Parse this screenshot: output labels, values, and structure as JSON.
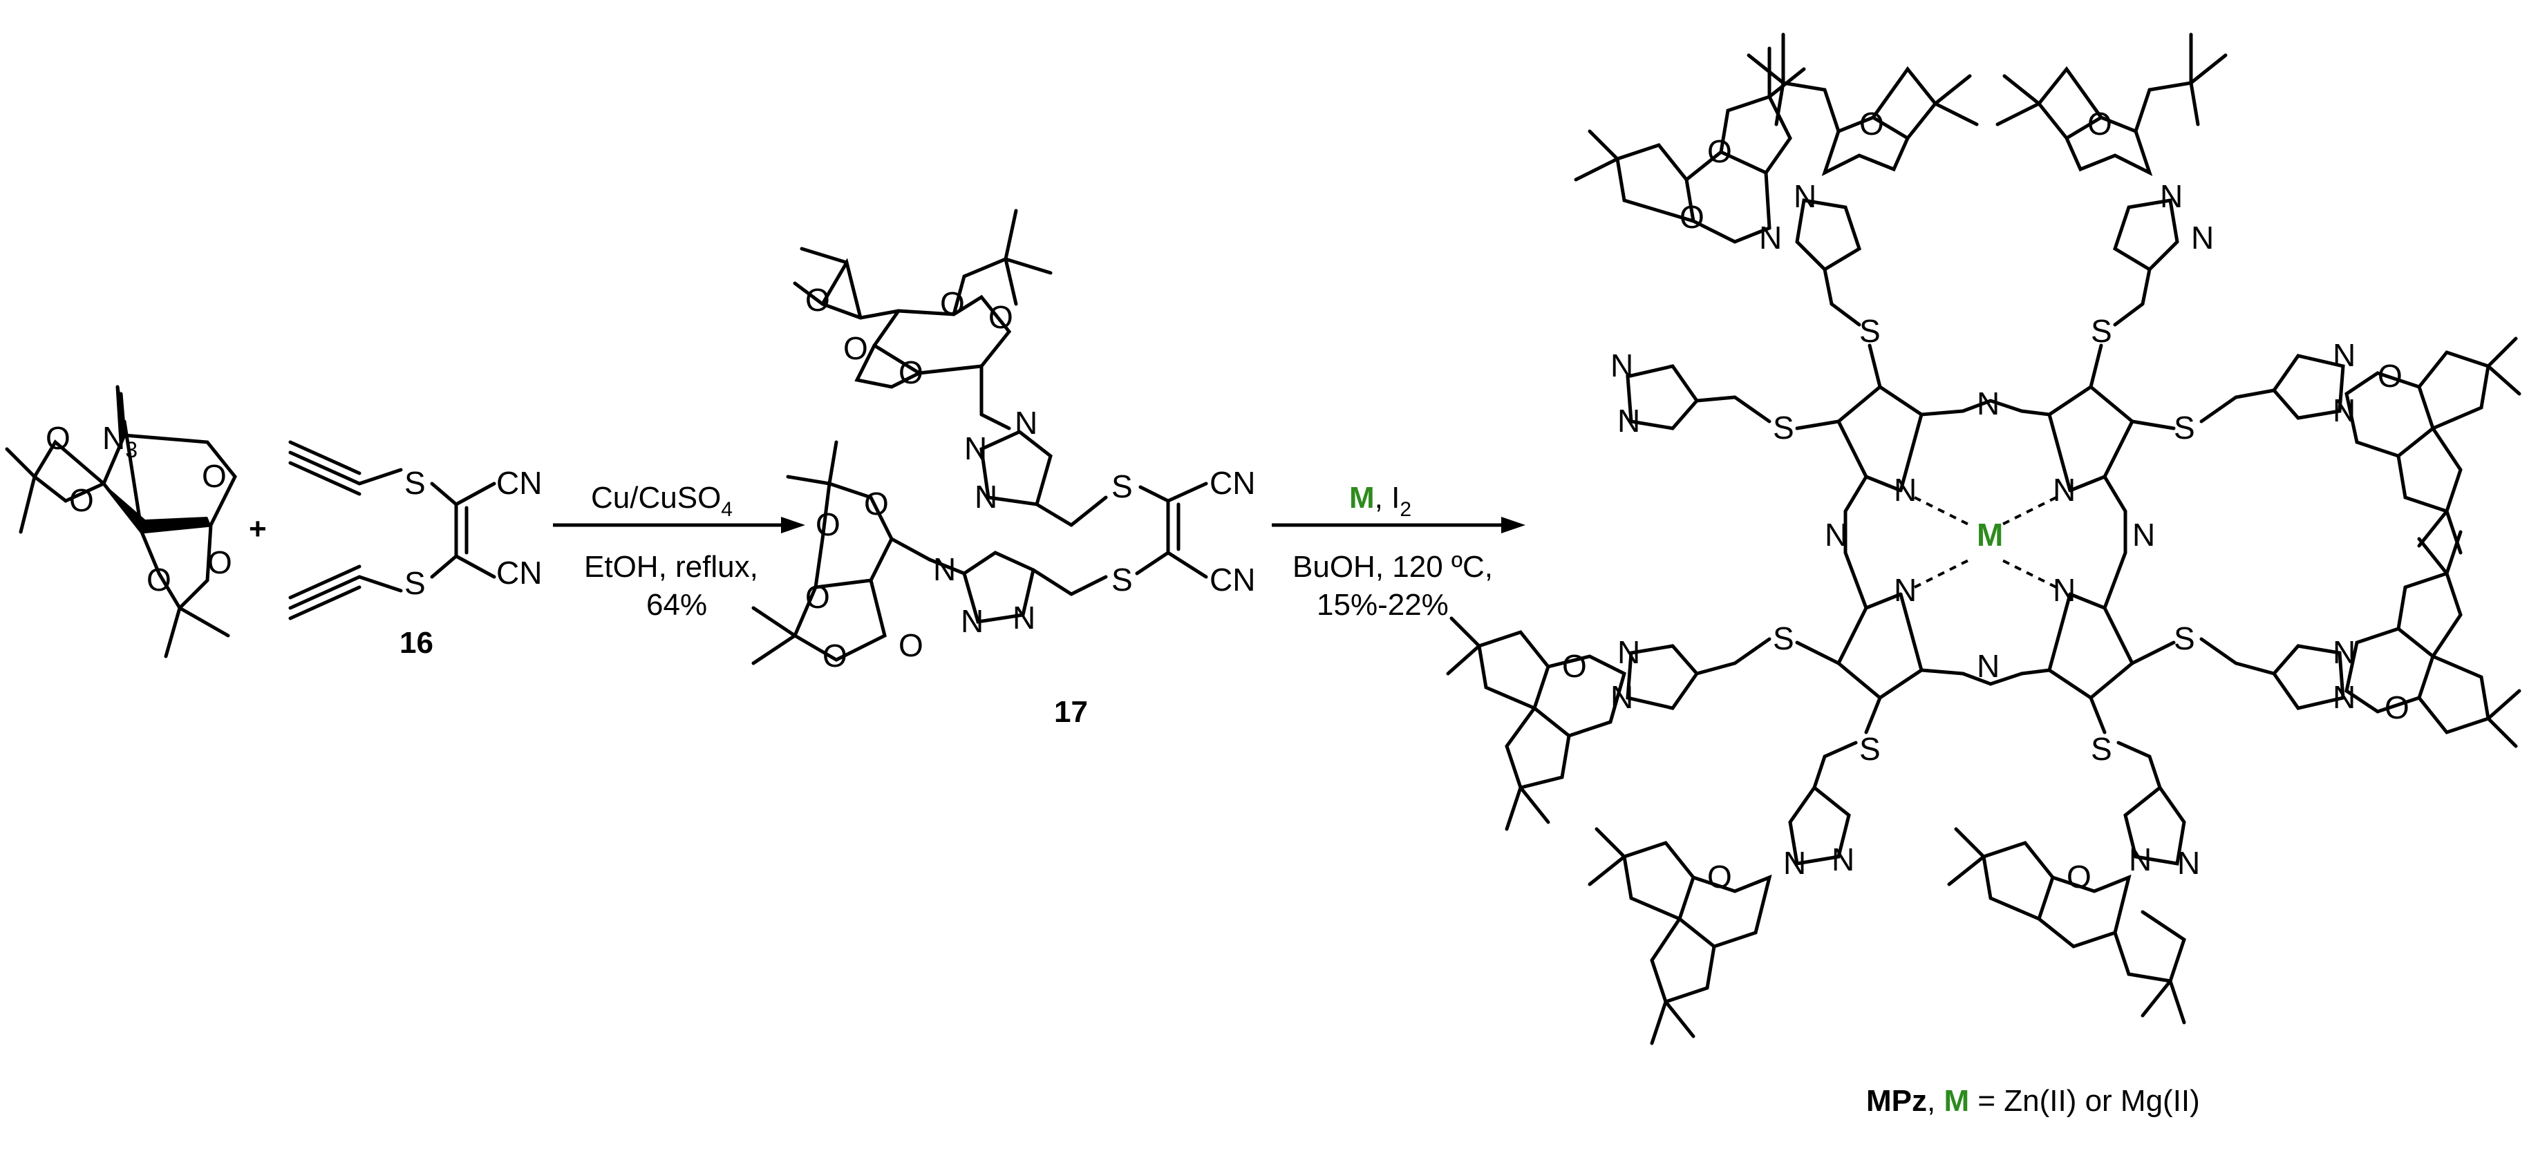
{
  "colors": {
    "metal_highlight": "#2e8b1e",
    "ink": "#000000",
    "background": "#ffffff"
  },
  "plus_sign": "+",
  "compounds": {
    "azide_label": "N",
    "azide_subscript": "3",
    "c16": "16",
    "c17": "17",
    "cn": "CN",
    "s": "S",
    "o": "O",
    "n": "N"
  },
  "step1": {
    "reagent": "Cu/CuSO",
    "reagent_sub": "4",
    "conditions": "EtOH, reflux,",
    "yield": "64%"
  },
  "step2": {
    "metal": "M",
    "reagent_rest": ", I",
    "reagent_sub": "2",
    "conditions": "BuOH, 120 ºC,",
    "yield": "15%-22%"
  },
  "product": {
    "center_metal": "M",
    "name": "MPz",
    "sep": ", ",
    "metal": "M",
    "definition": " = Zn(II) or Mg(II)"
  }
}
